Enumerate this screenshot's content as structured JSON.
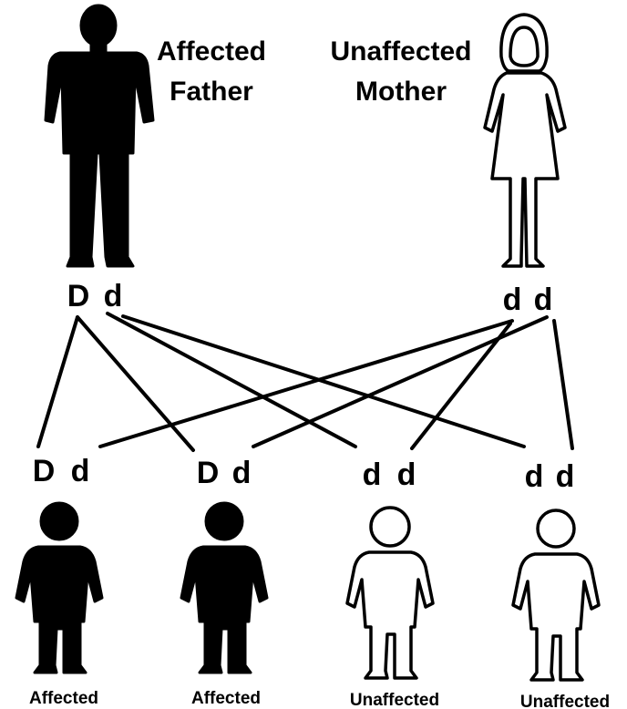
{
  "parents": {
    "father": {
      "label_line1": "Affected",
      "label_line2": "Father",
      "genotype": [
        "D",
        "d"
      ],
      "affected": true
    },
    "mother": {
      "label_line1": "Unaffected",
      "label_line2": "Mother",
      "genotype": [
        "d",
        "d"
      ],
      "affected": false
    }
  },
  "children": [
    {
      "genotype": [
        "D",
        "d"
      ],
      "label": "Affected",
      "affected": true
    },
    {
      "genotype": [
        "D",
        "d"
      ],
      "label": "Affected",
      "affected": true
    },
    {
      "genotype": [
        "d",
        "d"
      ],
      "label": "Unaffected",
      "affected": false
    },
    {
      "genotype": [
        "d",
        "d"
      ],
      "label": "Unaffected",
      "affected": false
    }
  ],
  "colors": {
    "affected": "#000000",
    "unaffected": "#ffffff",
    "outline": "#000000"
  }
}
